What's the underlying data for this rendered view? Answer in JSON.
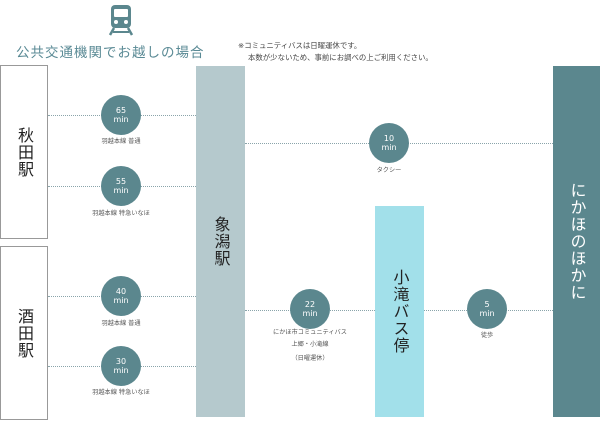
{
  "title": "公共交通機関でお越しの場合",
  "notes": [
    "※コミュニティバスは日曜運休です。",
    "本数が少ないため、事前にお調べの上ご利用ください。"
  ],
  "icons": {
    "train": "train-icon"
  },
  "colors": {
    "bubble": "#5b878e",
    "kisakata": "#b5c9cd",
    "kotaki": "#a2e0ea",
    "dest": "#5b878e"
  },
  "stations": {
    "akita": "秋田駅",
    "sakata": "酒田駅",
    "kisakata": "象潟駅",
    "kotaki": "小滝バス停",
    "destination": "にかほのほかに"
  },
  "routes": [
    {
      "time": "65",
      "unit": "min",
      "caption": "羽越本線 普通"
    },
    {
      "time": "55",
      "unit": "min",
      "caption": "羽越本線 特急いなほ"
    },
    {
      "time": "40",
      "unit": "min",
      "caption": "羽越本線 普通"
    },
    {
      "time": "30",
      "unit": "min",
      "caption": "羽越本線 特急いなほ"
    },
    {
      "time": "10",
      "unit": "min",
      "caption": "タクシー"
    },
    {
      "time": "22",
      "unit": "min",
      "caption": "にかほ市コミュニティバス",
      "caption2": "上郷・小滝線",
      "caption3": "（日曜運休）"
    },
    {
      "time": "5",
      "unit": "min",
      "caption": "徒歩"
    }
  ]
}
